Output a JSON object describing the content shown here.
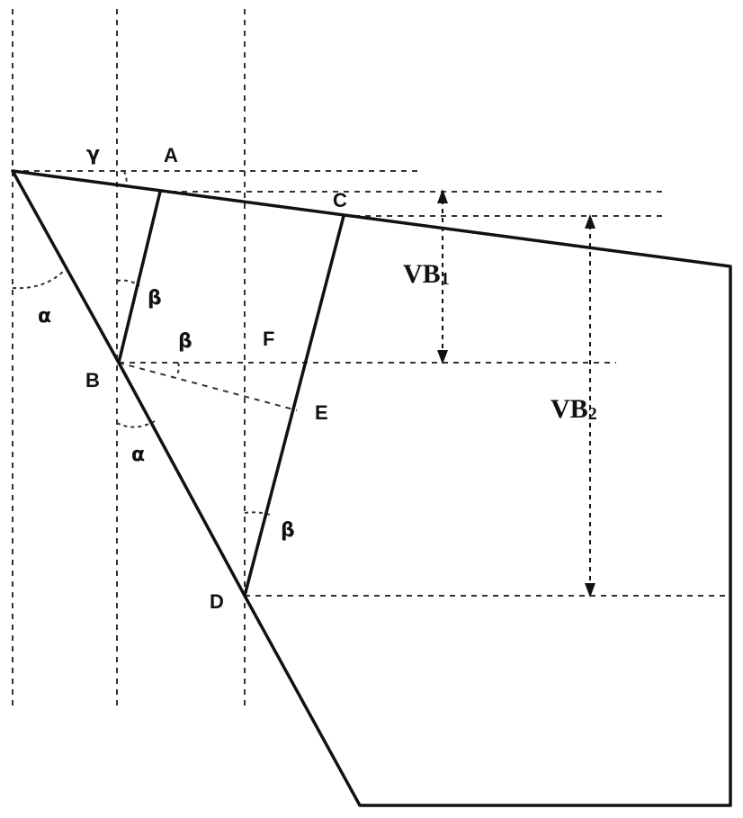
{
  "points": {
    "a": "A",
    "b": "B",
    "c": "C",
    "d": "D",
    "e": "E",
    "f": "F"
  },
  "angles": {
    "alpha": "α",
    "beta": "β",
    "gamma": "γ"
  },
  "dimensions": {
    "vb1": {
      "main": "VB",
      "sub": "1"
    },
    "vb2": {
      "main": "VB",
      "sub": "2"
    }
  }
}
